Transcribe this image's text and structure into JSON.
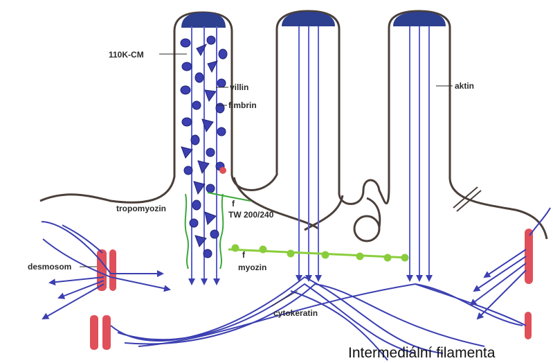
{
  "labels": {
    "k110": "110K-CM",
    "villin": "villin",
    "fimbrin": "fimbrin",
    "aktin": "aktin",
    "tropomyozin": "tropomyozin",
    "tw": "TW 200/240",
    "f1": "f",
    "f2": "f",
    "myozin": "myozin",
    "desmosom": "desmosom",
    "cytokeratin": "cytokeratin"
  },
  "caption": "Intermediální filamenta",
  "colors": {
    "membrane": "#4a3f3a",
    "filament": "#3b3fb0",
    "actin_line": "#5a5fd0",
    "cap": "#2d3f8f",
    "desmosome": "#e0505a",
    "myosin": "#8acd3c",
    "tropomyosin": "#3aa83a",
    "label": "#2a2a2a"
  }
}
